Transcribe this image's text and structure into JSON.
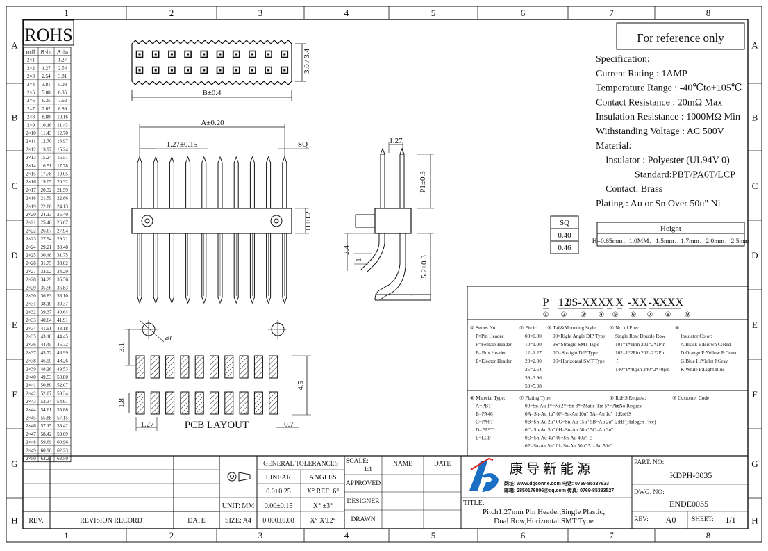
{
  "frame": {
    "cols": [
      "1",
      "2",
      "3",
      "4",
      "5",
      "6",
      "7",
      "8"
    ],
    "rows": [
      "A",
      "B",
      "C",
      "D",
      "E",
      "F",
      "G",
      "H"
    ]
  },
  "rohs": "ROHS",
  "reference_note": "For reference only",
  "pin_table": {
    "headers": [
      "Pin数",
      "尺寸A",
      "尺寸B"
    ],
    "rows": [
      [
        "2×1",
        "-",
        "1.27"
      ],
      [
        "2×2",
        "1.27",
        "2.54"
      ],
      [
        "2×3",
        "2.54",
        "3.81"
      ],
      [
        "2×4",
        "3.81",
        "5.08"
      ],
      [
        "2×5",
        "5.08",
        "6.35"
      ],
      [
        "2×6",
        "6.35",
        "7.62"
      ],
      [
        "2×7",
        "7.62",
        "8.89"
      ],
      [
        "2×8",
        "8.89",
        "10.16"
      ],
      [
        "2×9",
        "10.16",
        "11.43"
      ],
      [
        "2×10",
        "11.43",
        "12.70"
      ],
      [
        "2×11",
        "12.70",
        "13.97"
      ],
      [
        "2×12",
        "13.97",
        "15.24"
      ],
      [
        "2×13",
        "15.24",
        "16.51"
      ],
      [
        "2×14",
        "16.51",
        "17.78"
      ],
      [
        "2×15",
        "17.78",
        "19.05"
      ],
      [
        "2×16",
        "19.05",
        "20.32"
      ],
      [
        "2×17",
        "20.32",
        "21.59"
      ],
      [
        "2×18",
        "21.59",
        "22.86"
      ],
      [
        "2×19",
        "22.86",
        "24.13"
      ],
      [
        "2×20",
        "24.13",
        "25.40"
      ],
      [
        "2×21",
        "25.40",
        "26.67"
      ],
      [
        "2×22",
        "26.67",
        "27.94"
      ],
      [
        "2×23",
        "27.94",
        "29.21"
      ],
      [
        "2×24",
        "29.21",
        "30.48"
      ],
      [
        "2×25",
        "30.48",
        "31.75"
      ],
      [
        "2×26",
        "31.75",
        "33.02"
      ],
      [
        "2×27",
        "33.02",
        "34.29"
      ],
      [
        "2×28",
        "34.29",
        "35.56"
      ],
      [
        "2×29",
        "35.56",
        "36.83"
      ],
      [
        "2×30",
        "36.83",
        "38.10"
      ],
      [
        "2×31",
        "38.10",
        "39.37"
      ],
      [
        "2×32",
        "39.37",
        "40.64"
      ],
      [
        "2×33",
        "40.64",
        "41.91"
      ],
      [
        "2×34",
        "41.91",
        "43.18"
      ],
      [
        "2×35",
        "43.18",
        "44.45"
      ],
      [
        "2×36",
        "44.45",
        "45.72"
      ],
      [
        "2×37",
        "45.72",
        "46.99"
      ],
      [
        "2×38",
        "46.99",
        "48.26"
      ],
      [
        "2×39",
        "48.26",
        "49.53"
      ],
      [
        "2×40",
        "49.53",
        "50.80"
      ],
      [
        "2×41",
        "50.80",
        "52.07"
      ],
      [
        "2×42",
        "52.07",
        "53.34"
      ],
      [
        "2×43",
        "53.34",
        "54.61"
      ],
      [
        "2×44",
        "54.61",
        "55.88"
      ],
      [
        "2×45",
        "55.88",
        "57.15"
      ],
      [
        "2×46",
        "57.15",
        "58.42"
      ],
      [
        "2×47",
        "58.42",
        "59.69"
      ],
      [
        "2×48",
        "59.69",
        "60.96"
      ],
      [
        "2×49",
        "60.96",
        "62.23"
      ],
      [
        "2×50",
        "62.23",
        "63.50"
      ]
    ]
  },
  "dims": {
    "b": "B±0.4",
    "h34": "3.0 / 3.4",
    "a": "A±0.20",
    "pitch": "1.27±0.15",
    "sq": "SQ",
    "h02": "H±0.2",
    "side_127": "1.27",
    "p": "P1±0.3",
    "d24": "2.4",
    "d1a": "1",
    "d52": "5.2±0.3",
    "d1b": "1",
    "pcb31": "3.1",
    "pcb18": "1.8",
    "pcb127": "1.27",
    "pcb07": "0.7",
    "pcb45": "4.5",
    "pcb_dia": "ø1"
  },
  "pcb_title": "PCB LAYOUT",
  "spec": {
    "lines": [
      "Specification:",
      "Current Rating : 1AMP",
      "Temperature Range : -40℃to+105℃",
      "Contact Resistance : 20mΩ Max",
      "Insulation Resistance : 1000MΩ Min",
      "Withstanding Voltage : AC 500V",
      "Material:",
      "  Insulator : Polyester (UL94V-0)",
      "        Standard:PBT/PA6T/LCP",
      "  Contact: Brass",
      "Plating : Au or Sn Over 50u\" Ni"
    ]
  },
  "sq_table": {
    "header": "SQ",
    "values": [
      "0.40",
      "0.46"
    ]
  },
  "height_table": {
    "header": "Height",
    "value": "H=0.65mm、1.0MM、1.5mm、1.7mm、2.0mm、2.5mm"
  },
  "part_code": {
    "segments": [
      "P",
      "12",
      "0S-XXX",
      "X",
      "X",
      "-XX",
      "-X",
      "-XXX"
    ],
    "circles": [
      "①",
      "②",
      "③",
      "④",
      "⑤",
      "⑥",
      "⑦",
      "⑧"
    ]
  },
  "legend": {
    "series": {
      "title": "① Series No:",
      "items": [
        "P=Pin Header",
        "F=Female Header",
        "B=Box Header",
        "E=Ejector Header"
      ]
    },
    "pitch": {
      "title": "② Pitch:",
      "items": [
        "08=0.80",
        "10=1.00",
        "12=1.27",
        "20=2.00",
        "25=2.54",
        "39=3.96",
        "50=5.08"
      ]
    },
    "tail": {
      "title": "③ Tail&Mounting Style:",
      "items": [
        "90=Right Angle DIP Type",
        "9S=Straight SMT Type",
        "0D=Straight DIP Type",
        "0S=Horizontal SMT Type"
      ]
    },
    "pins": {
      "title": "④ No. of Pins:",
      "items": [
        "Single Row   Double Row",
        "101=1*1Pin   201=2*1Pin",
        "102=1*2Pin   202=2*2Pin",
        "  ⋮               ⋮",
        "140=1*40pin  240=2*40pin"
      ]
    },
    "color": {
      "title": "⑤",
      "items": [
        "Insulator Color:",
        "A:Black  B:Brown  C:Red",
        "D:Orange E:Yellow F:Green",
        "G:Blue   H:Violet J:Gray",
        "K:White  P:Light Blue"
      ]
    },
    "material": {
      "title": "⑥ Material Type:",
      "items": [
        "A=PBT",
        "B=PA46",
        "C=PA6T",
        "D=PA9T",
        "E=LCP"
      ]
    },
    "plating": {
      "title": "⑦ Plating Type:",
      "items": [
        "00=Sn-Au 1*=Ni 2*=Sn 3*=Matte-Tin 5*=Au",
        "0A=Sn-Au 1u\"  0F=Sn-Au 10u\"  5A=Au 1u\"",
        "0B=Sn-Au 2u\"  0G=Sn-Au 15u\"  5B=Au 2u\"",
        "0C=Sn-Au 3u\"  0H=Sn-Au 30u\"  5C=Au 3u\"",
        "0D=Sn-Au 4u\"  0I=Sn-Au 40u\"      ⋮",
        "0E=Sn-Au 5u\"  0J=Sn-Au 50u\"  5J=Au 50u\""
      ]
    },
    "rohs": {
      "title": "⑧ RoHS Request:",
      "items": [
        "0:No Request",
        "1:RoHS",
        "2:HF(Halogen Free)"
      ]
    },
    "customer": {
      "title": "⑨ Customer Code",
      "items": []
    }
  },
  "title_block": {
    "rev": "REV.",
    "revision_record": "REVISION RECORD",
    "date": "DATE",
    "unit": "UNIT: MM",
    "size": "SIZE: A4",
    "general_tol": "GENERAL TOLERANCES",
    "linear": "LINEAR",
    "angles": "ANGLES",
    "lin1": "0.0±0.25",
    "lin2": "0.00±0.15",
    "lin3": "0.000±0.08",
    "ang1": "X° REF±6°",
    "ang2": "X° ±3°",
    "ang3": "X° X'±2°",
    "scale": "SCALE:",
    "scale_val": "1:1",
    "approved": "APPROVED",
    "designer": "DESIGNER",
    "drawn": "DRAWN",
    "name": "NAME",
    "date2": "DATE",
    "company": "康 导 新 能 源",
    "web": "网址: www.dgconne.com  电话: 0769-85337633",
    "mail": "邮箱: 2850176806@qq.com  传真: 0769-85383527",
    "title_lbl": "TITLE:",
    "title1": "Pitch1.27mm Pin Header,Single Plastic,",
    "title2": "Dual Row,Horizontal SMT Type",
    "part_no_lbl": "PART. NO:",
    "part_no": "KDPH-0035",
    "dwg_no_lbl": "DWG. NO:",
    "dwg_no": "ENDE0035",
    "rev_lbl": "REV:",
    "rev_val": "A0",
    "sheet_lbl": "SHEET:",
    "sheet_val": "1/1"
  },
  "colors": {
    "line": "#111111",
    "logo_blue": "#1a6fc4",
    "logo_red": "#d22"
  }
}
